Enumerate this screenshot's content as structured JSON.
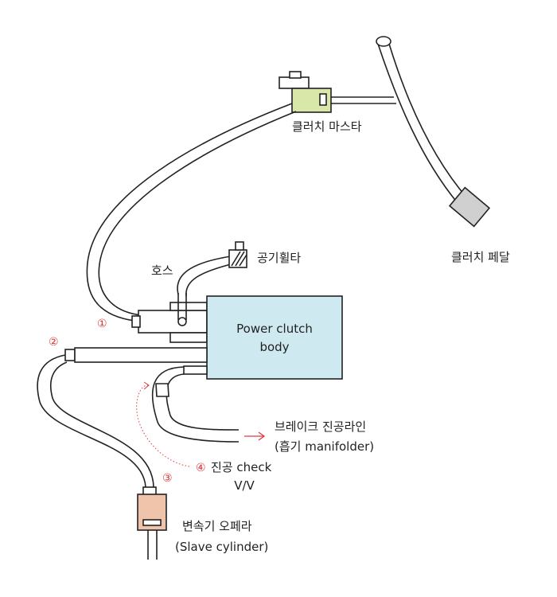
{
  "labels": {
    "clutch_master": "클러치 마스타",
    "clutch_pedal": "클러치 페달",
    "air_filter": "공기휠타",
    "hose": "호스",
    "power_clutch_line1": "Power clutch",
    "power_clutch_line2": "body",
    "brake_line1": "브레이크 진공라인",
    "brake_line2": "(흡기 manifolder)",
    "check_line1": "진공 check",
    "check_line2": "V/V",
    "slave_line1": "변속기 오페라",
    "slave_line2": "(Slave cylinder)"
  },
  "markers": {
    "m1": "①",
    "m2": "②",
    "m3": "③",
    "m4": "④"
  },
  "colors": {
    "master_cylinder": "#d9e8a8",
    "power_clutch_body": "#cfe9f1",
    "slave_cylinder": "#efc4aa",
    "pedal": "#d0d0d0",
    "flow_arrow": "#e0393e",
    "stroke": "#222222"
  }
}
